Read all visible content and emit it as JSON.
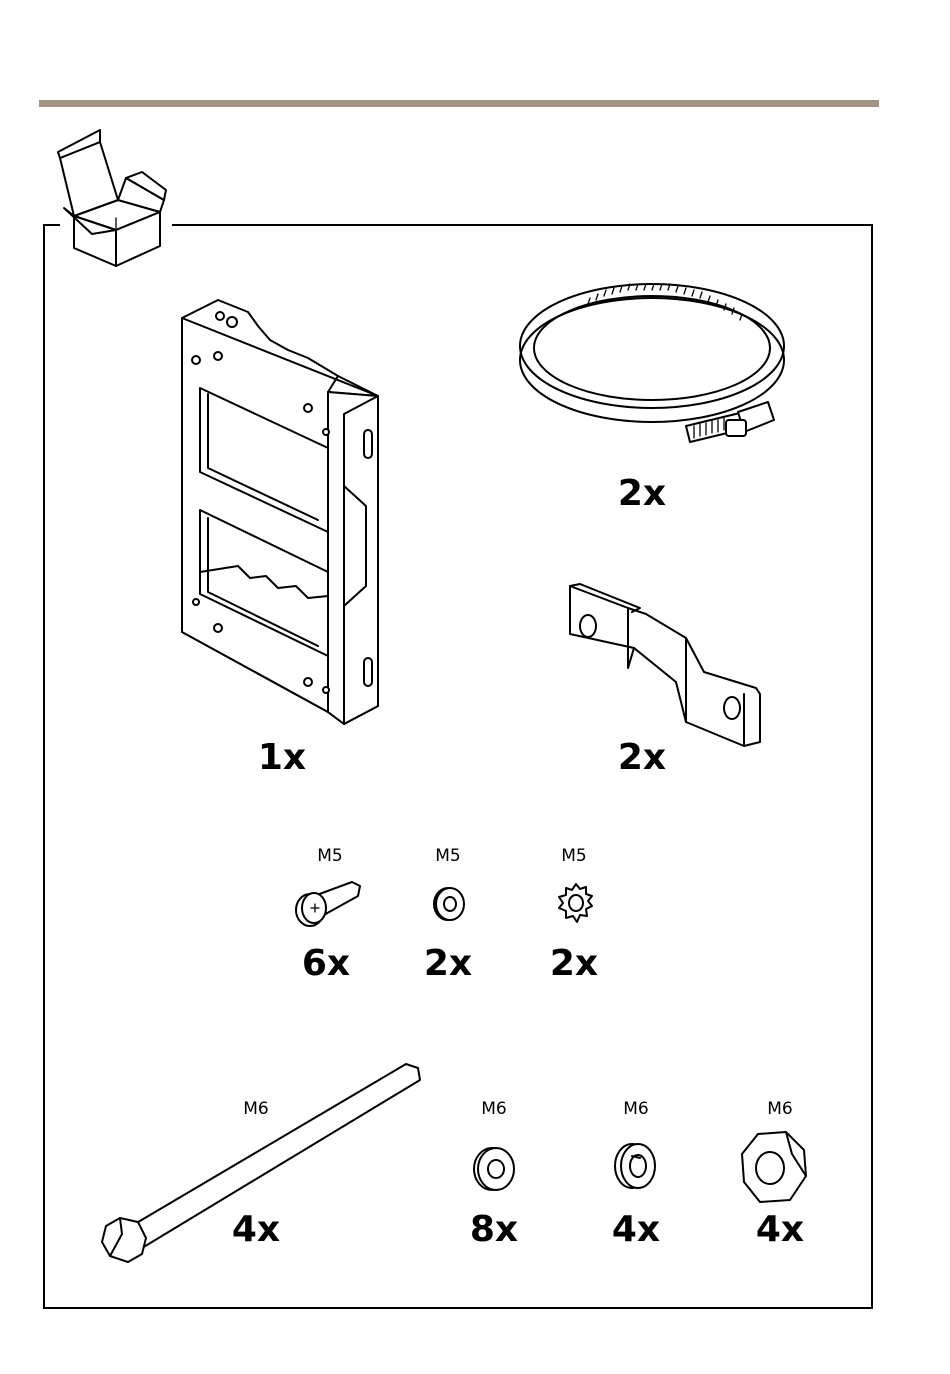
{
  "parts": {
    "bracket": {
      "qty": "1x"
    },
    "hose_clamp": {
      "qty": "2x"
    },
    "strap": {
      "qty": "2x"
    },
    "screw_m5": {
      "size": "M5",
      "qty": "6x"
    },
    "washer_m5": {
      "size": "M5",
      "qty": "2x"
    },
    "lock_washer_m5": {
      "size": "M5",
      "qty": "2x"
    },
    "bolt_m6": {
      "size": "M6",
      "qty": "4x"
    },
    "washer_m6": {
      "size": "M6",
      "qty": "8x"
    },
    "spring_washer_m6": {
      "size": "M6",
      "qty": "4x"
    },
    "nut_m6": {
      "size": "M6",
      "qty": "4x"
    }
  },
  "colors": {
    "rule": "#a39385",
    "line": "#000000"
  },
  "icons": {
    "package": "open-box-icon"
  }
}
